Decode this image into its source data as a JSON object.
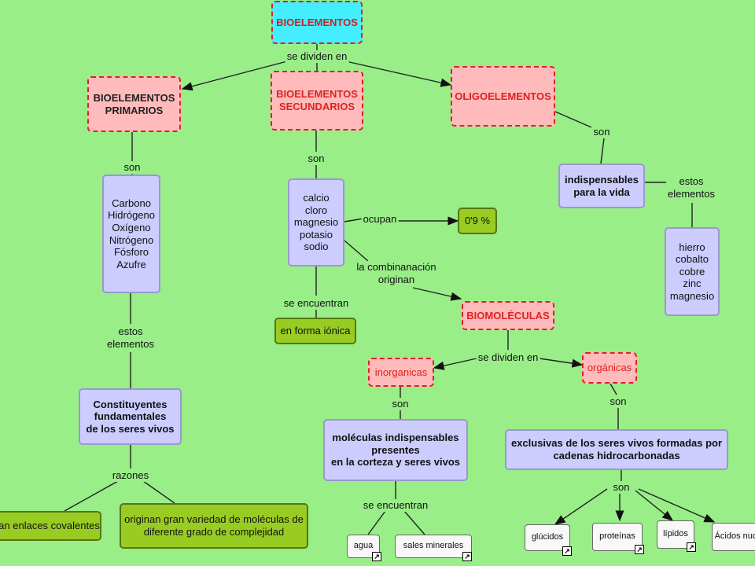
{
  "nodes": {
    "bioelementos": "BIOELEMENTOS",
    "primarios": "BIOELEMENTOS\nPRIMARIOS",
    "secundarios": "BIOELEMENTOS\nSECUNDARIOS",
    "oligoelementos": "OLIGOELEMENTOS",
    "lista_primarios": "Carbono\nHidrógeno\nOxígeno\nNitrógeno\nFósforo\nAzufre",
    "lista_secundarios": "calcio\ncloro\nmagnesio\npotasio\nsodio",
    "indispensables": "indispensables\npara la vida",
    "lista_oligo": "hierro\ncobalto\ncobre\nzinc\nmagnesio",
    "porcentaje": "0'9 %",
    "forma_ionica": "en forma iónica",
    "biomoleculas": "BIOMOLÉCULAS",
    "inorganicas": "inorganicas",
    "organicas": "orgánicas",
    "constituyentes": "Constituyentes\nfundamentales\nde los seres vivos",
    "moleculas_indispensables": "moléculas indispensables\npresentes\nen la corteza y seres vivos",
    "exclusivas": "exclusivas de los seres vivos formadas por\ncadenas hidrocarbonadas",
    "enlaces": "an enlaces covalentes",
    "variedad": "originan gran variedad de moléculas de\ndiferente grado de complejidad",
    "agua": "agua",
    "sales": "sales minerales",
    "glucidos": "glúcidos",
    "proteinas": "proteínas",
    "lipidos": "lípidos",
    "acidos": "Ácidos nuc"
  },
  "labels": {
    "se_dividen_1": "se dividen en",
    "son_primarios": "son",
    "son_secundarios": "son",
    "son_oligo": "son",
    "estos_elementos_1": "estos\nelementos",
    "estos_elementos_2": "estos\nelementos",
    "ocupan": "ocupan",
    "se_encuentran_1": "se encuentran",
    "combinacion": "la combinanación\noriginan",
    "se_dividen_2": "se dividen en",
    "son_inorg": "son",
    "son_org": "son",
    "razones": "razones",
    "se_encuentran_2": "se encuentran",
    "son_biomol": "son"
  },
  "icons": {
    "link_badge": "↗"
  },
  "colors": {
    "background": "#99ee88",
    "root_fill": "#44eeff",
    "category_fill": "#ffbbbb",
    "dashed_border": "#dd2222",
    "detail_fill": "#ccccff",
    "result_fill": "#99cc22"
  }
}
